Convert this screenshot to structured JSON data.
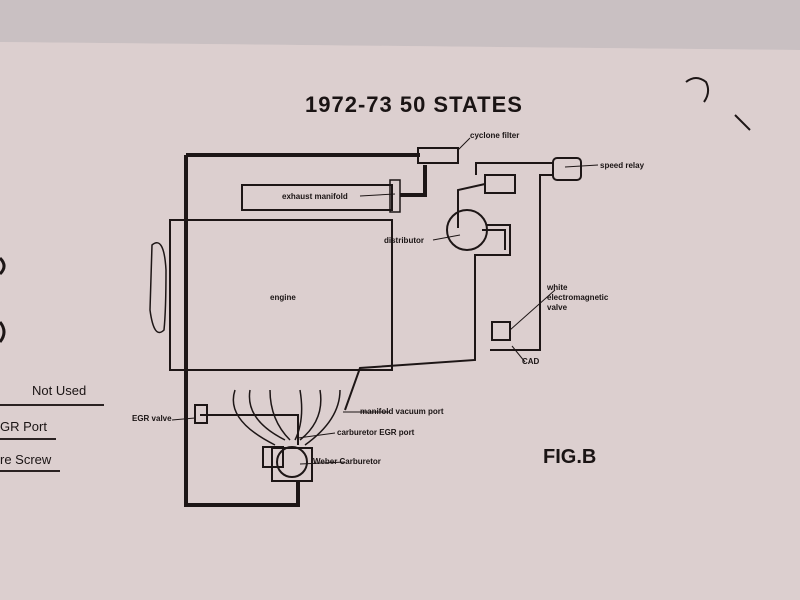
{
  "title": "1972-73 50 STATES",
  "figure": "FIG.B",
  "labels": {
    "cyclone_filter": "cyclone filter",
    "speed_relay": "speed relay",
    "exhaust_manifold": "exhaust manifold",
    "distributor": "distributor",
    "engine": "engine",
    "electromagnetic_valve_1": "white",
    "electromagnetic_valve_2": "electromagnetic",
    "electromagnetic_valve_3": "valve",
    "cad": "CAD",
    "manifold_vacuum_port": "manifold vacuum port",
    "egr_valve": "EGR valve",
    "carburetor_egr_port": "carburetor EGR port",
    "weber_carburetor": "Weber Carburetor"
  },
  "side_legend": [
    "Not Used",
    "GR Port",
    "re Screw"
  ]
}
